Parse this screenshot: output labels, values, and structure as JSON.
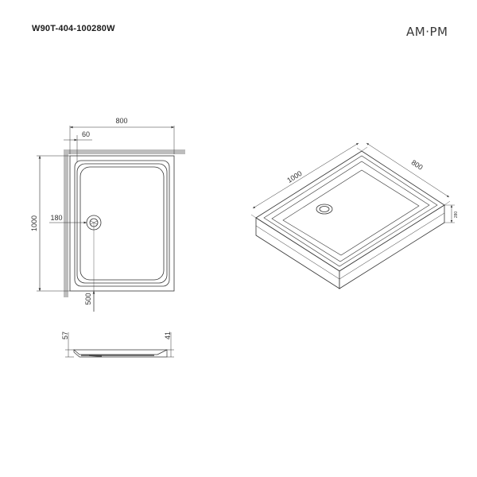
{
  "header": {
    "model_code": "W90T-404-100280W",
    "brand": "AM·PM"
  },
  "top_view": {
    "width_label": "800",
    "inset_label": "60",
    "length_label": "1000",
    "drain_x_label": "180",
    "drain_y_label": "500"
  },
  "side_view": {
    "height_label": "57",
    "inner_height_label": "41"
  },
  "iso_view": {
    "length_label": "1000",
    "width_label": "800",
    "height_label": "280"
  },
  "colors": {
    "line": "#333333",
    "wall": "#bdbdbd"
  }
}
